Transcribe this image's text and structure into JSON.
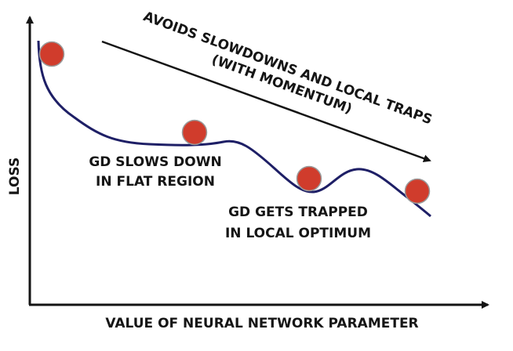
{
  "diagram": {
    "type": "loss-landscape-illustration",
    "x_axis_label": "VALUE OF NEURAL NETWORK PARAMETER",
    "y_axis_label": "LOSS",
    "annotations": {
      "momentum_line1": "AVOIDS SLOWDOWNS AND LOCAL TRAPS",
      "momentum_line2": "(WITH MOMENTUM)",
      "flat_line1": "GD SLOWS DOWN",
      "flat_line2": "IN FLAT REGION",
      "trap_line1": "GD GETS TRAPPED",
      "trap_line2": "IN LOCAL OPTIMUM"
    },
    "balls": [
      {
        "name": "ball-start",
        "position": "start of steep descent"
      },
      {
        "name": "ball-flat-region",
        "position": "flat region"
      },
      {
        "name": "ball-local-optimum",
        "position": "local minimum"
      },
      {
        "name": "ball-descending",
        "position": "descending slope after local optimum"
      }
    ],
    "colors": {
      "curve": "#1e1f66",
      "ball_fill": "#d03c2c",
      "ball_stroke": "#9a9a9a",
      "axis": "#141414",
      "text": "#151515"
    }
  }
}
